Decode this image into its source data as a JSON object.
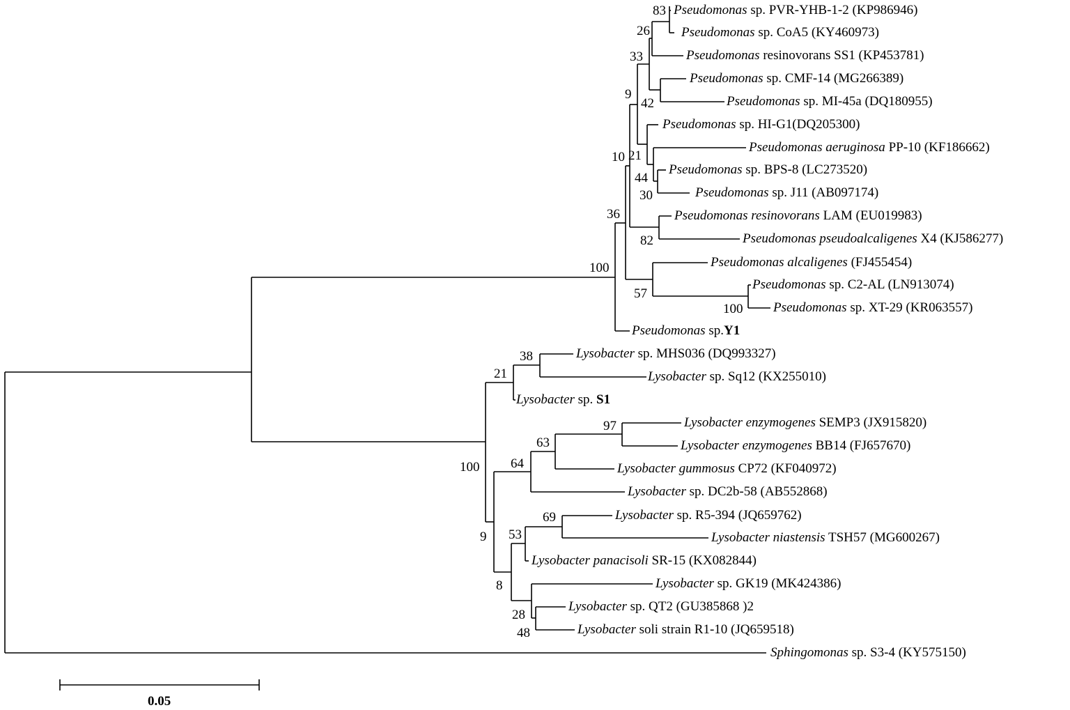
{
  "taxa": [
    {
      "genus": "Pseudomonas",
      "rest": " sp. PVR-YHB-1-2 (KP986946)"
    },
    {
      "genus": "Pseudomonas",
      "rest": " sp. CoA5 (KY460973)"
    },
    {
      "genus": "Pseudomonas",
      "rest": " resinovorans SS1 (KP453781)"
    },
    {
      "genus": "Pseudomonas",
      "rest": " sp. CMF-14 (MG266389)"
    },
    {
      "genus": "Pseudomonas",
      "rest": " sp. MI-45a (DQ180955)"
    },
    {
      "genus": "Pseudomonas",
      "rest": " sp. HI-G1(DQ205300)"
    },
    {
      "genus": "Pseudomonas aeruginosa",
      "rest": " PP-10 (KF186662)"
    },
    {
      "genus": "Pseudomonas",
      "rest": " sp. BPS-8 (LC273520)"
    },
    {
      "genus": "Pseudomonas",
      "rest": " sp. J11 (AB097174)"
    },
    {
      "genus": "Pseudomonas resinovorans",
      "rest": " LAM (EU019983)"
    },
    {
      "genus": "Pseudomonas pseudoalcaligenes",
      "rest": " X4 (KJ586277)"
    },
    {
      "genus": "Pseudomonas alcaligenes",
      "rest": " (FJ455454)"
    },
    {
      "genus": "Pseudomonas",
      "rest": " sp. C2-AL (LN913074)"
    },
    {
      "genus": "Pseudomonas",
      "rest": " sp. XT-29 (KR063557)"
    },
    {
      "genus": "Pseudomonas",
      "rest": " sp.",
      "bold": "Y1"
    },
    {
      "genus": "Lysobacter",
      "rest": " sp. MHS036 (DQ993327)"
    },
    {
      "genus": "Lysobacter",
      "rest": " sp. Sq12 (KX255010)"
    },
    {
      "genus": "Lysobacter",
      "rest": " sp. ",
      "bold": "S1"
    },
    {
      "genus": "Lysobacter enzymogenes",
      "rest": " SEMP3 (JX915820)"
    },
    {
      "genus": "Lysobacter enzymogenes",
      "rest": " BB14 (FJ657670)"
    },
    {
      "genus": "Lysobacter gummosus",
      "rest": "  CP72  (KF040972)"
    },
    {
      "genus": "Lysobacter",
      "rest": " sp. DC2b-58 (AB552868)"
    },
    {
      "genus": "Lysobacter",
      "rest": " sp. R5-394 (JQ659762)"
    },
    {
      "genus": "Lysobacter niastensis",
      "rest": " TSH57 (MG600267)"
    },
    {
      "genus": "Lysobacter panacisoli",
      "rest": " SR-15 (KX082844)"
    },
    {
      "genus": "Lysobacter",
      "rest": " sp. GK19 (MK424386)"
    },
    {
      "genus": "Lysobacter",
      "rest": " sp. QT2 (GU385868 )2"
    },
    {
      "genus": "Lysobacter",
      "rest": " soli strain R1-10 (JQ659518)"
    },
    {
      "genus": "Sphingomonas",
      "rest": " sp. S3-4 (KY575150)"
    }
  ],
  "bootstrap": [
    "83",
    "26",
    "33",
    "42",
    "9",
    "21",
    "10",
    "44",
    "30",
    "82",
    "36",
    "100",
    "57",
    "100",
    "38",
    "21",
    "100",
    "97",
    "63",
    "64",
    "69",
    "53",
    "9",
    "8",
    "28",
    "48"
  ],
  "scale_bar": {
    "label": "0.05"
  }
}
